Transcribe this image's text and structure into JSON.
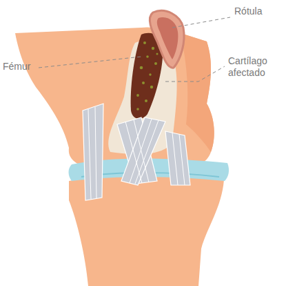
{
  "diagram": {
    "labels": [
      "Rótula",
      "Fémur",
      "Cartílago afectado"
    ]
  }
}
